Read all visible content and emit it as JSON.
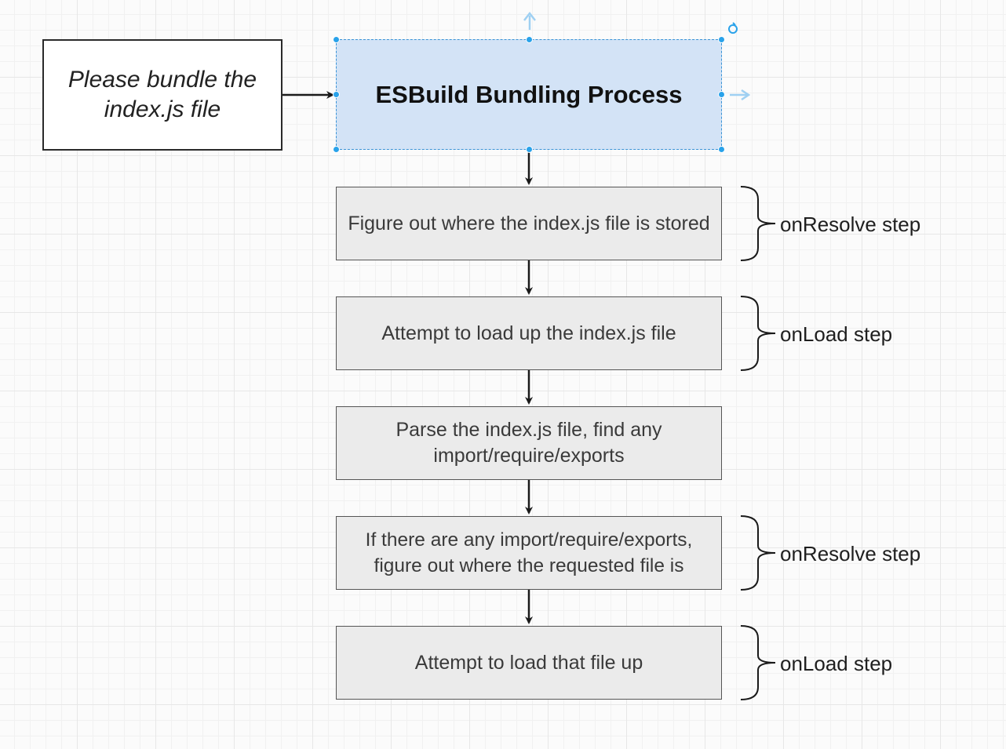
{
  "request": {
    "text": "Please bundle the index.js file"
  },
  "process": {
    "title": "ESBuild Bundling Process"
  },
  "steps": [
    {
      "text": "Figure out where the index.js file is stored",
      "label": "onResolve step"
    },
    {
      "text": "Attempt to load up the index.js file",
      "label": "onLoad step"
    },
    {
      "text": "Parse the index.js file, find any import/require/exports",
      "label": ""
    },
    {
      "text": "If there are any import/require/exports, figure out where the requested file is",
      "label": "onResolve step"
    },
    {
      "text": "Attempt to load that file up",
      "label": "onLoad step"
    }
  ],
  "colors": {
    "selection_accent": "#29a2ea",
    "title_fill": "#d3e3f6",
    "step_fill": "#ebebeb",
    "connector": "#1a1a1a"
  }
}
